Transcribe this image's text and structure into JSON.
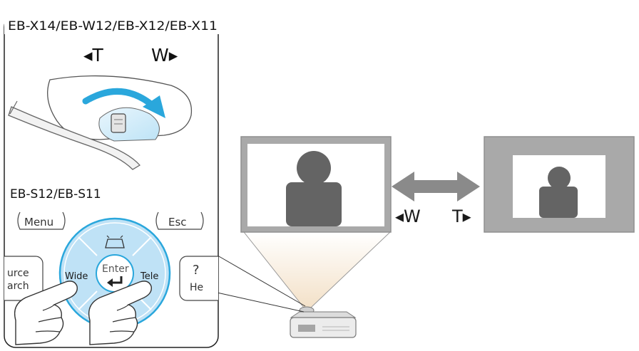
{
  "panel": {
    "model_label_top": "EB-X14/EB-W12/EB-X12/EB-X11",
    "tele_label": "◂T",
    "wide_label": "W▸",
    "model_label_bottom": "EB-S12/EB-S11"
  },
  "remote": {
    "menu_label": "Menu",
    "esc_label": "Esc",
    "source_line1": "urce",
    "source_line2": "arch",
    "wide_button": "Wide",
    "enter_button": "Enter",
    "tele_button": "Tele",
    "help_question": "?",
    "help_label": "He"
  },
  "zoom": {
    "w_label": "◂W",
    "t_label": "T▸"
  },
  "colors": {
    "accent_blue": "#2aa7dc",
    "button_blue": "#bfe2f6",
    "screen_gray": "#a9a9a9",
    "person_gray": "#646464",
    "arrow_gray": "#8a8a8a"
  }
}
